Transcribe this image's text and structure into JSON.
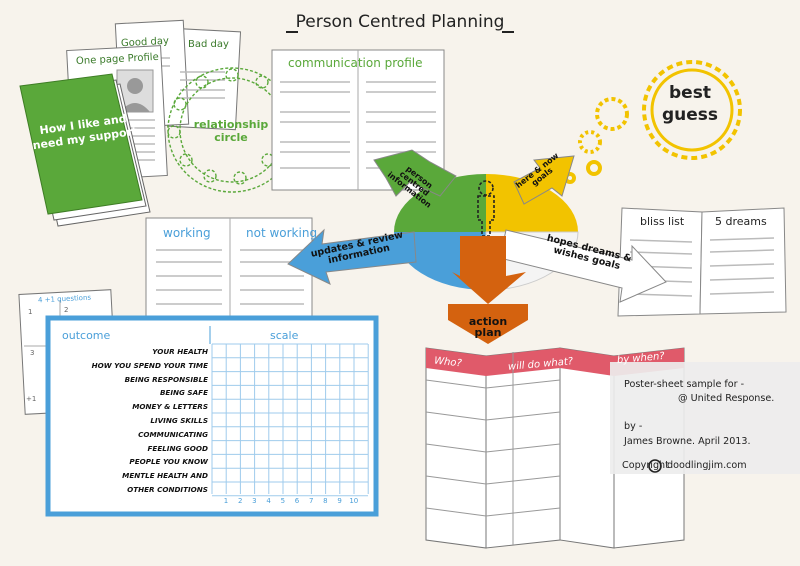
{
  "title": "Person Centred Planning",
  "one_page_profile": {
    "label": "One page Profile"
  },
  "good_bad": {
    "good": "Good day",
    "bad": "Bad day"
  },
  "cover_book": {
    "text": "How I like and need my support"
  },
  "relationship_circle": {
    "label": "relationship circle"
  },
  "communication_profile": {
    "label": "communication profile"
  },
  "best_guess": {
    "label": "best guess"
  },
  "working_book": {
    "working": "working",
    "not_working": "not working"
  },
  "bliss_book": {
    "bliss": "bliss list",
    "dreams": "5 dreams"
  },
  "questions_sheet": {
    "label": "4 +1 questions",
    "numbers": [
      "1",
      "2",
      "3",
      "+1"
    ]
  },
  "arrows": {
    "person_centred": "person centred information",
    "here_now": "here & now goals",
    "updates": "updates & review information",
    "hopes": "hopes dreams & wishes goals",
    "action_plan": "action plan"
  },
  "outcome_sheet": {
    "outcome": "outcome",
    "scale": "scale",
    "rows": [
      "YOUR HEALTH",
      "HOW YOU SPEND YOUR TIME",
      "BEING RESPONSIBLE",
      "BEING SAFE",
      "MONEY & LETTERS",
      "LIVING SKILLS",
      "COMMUNICATING",
      "FEELING GOOD",
      "PEOPLE YOU KNOW",
      "MENTLE HEALTH AND",
      "OTHER CONDITIONS"
    ],
    "scale_numbers": [
      "1",
      "2",
      "3",
      "4",
      "5",
      "6",
      "7",
      "8",
      "9",
      "10"
    ]
  },
  "action_sheet": {
    "who": "Who?",
    "what": "will do what?",
    "when": "by when?"
  },
  "note": {
    "line1": "Poster-sheet sample for -",
    "line2": "@ United Response.",
    "line3": "by -",
    "line4": "James Browne.  April 2013.",
    "line5": "Copyright",
    "line6": "doodlingjim.com"
  },
  "colors": {
    "green": "#5aa83a",
    "yellow": "#f2c300",
    "blue": "#4a9fd9",
    "orange": "#d4620f",
    "pink": "#e05a6a",
    "background": "#f7f3ec"
  }
}
